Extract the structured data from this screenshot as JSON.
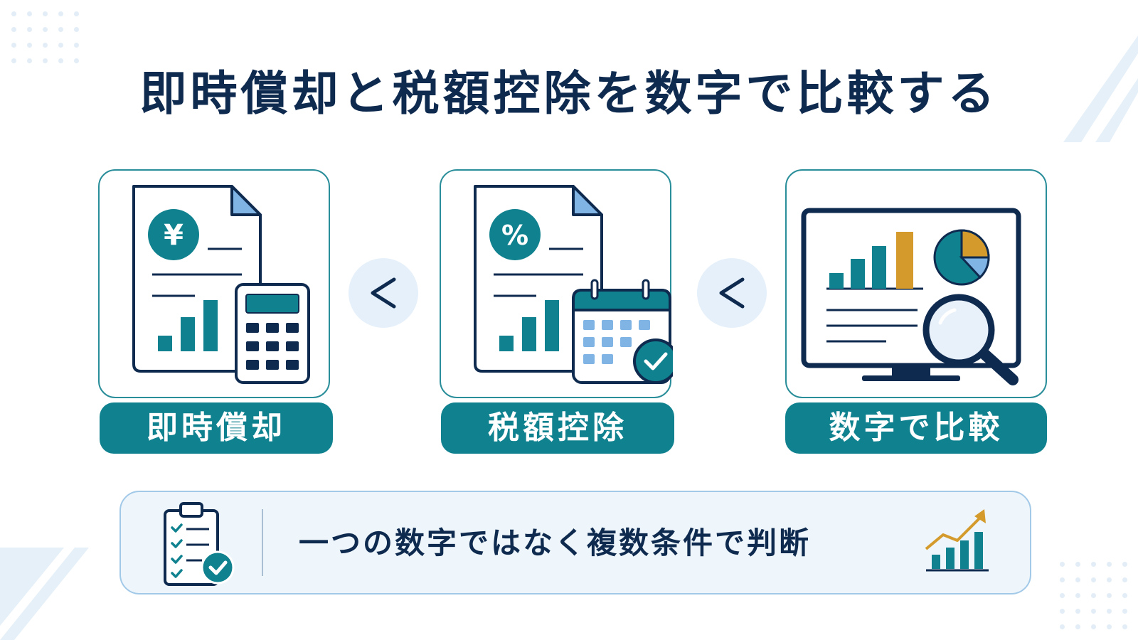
{
  "title": "即時償却と税額控除を数字で比較する",
  "cards": [
    {
      "label": "即時償却",
      "icon": "yen-document-calculator-icon",
      "symbol": "¥"
    },
    {
      "label": "税額控除",
      "icon": "percent-document-calendar-icon",
      "symbol": "%"
    },
    {
      "label": "数字で比較",
      "icon": "monitor-chart-magnifier-icon"
    }
  ],
  "comparators": [
    "<",
    "<"
  ],
  "bottom": {
    "text": "一つの数字ではなく複数条件で判断",
    "left_icon": "checklist-clipboard-icon",
    "right_icon": "rising-bar-chart-icon"
  },
  "colors": {
    "navy": "#0f2a4f",
    "teal": "#10828f",
    "light_blue": "#7fb4e4",
    "gold": "#d49b2c",
    "border_teal": "#2a8e9a"
  }
}
